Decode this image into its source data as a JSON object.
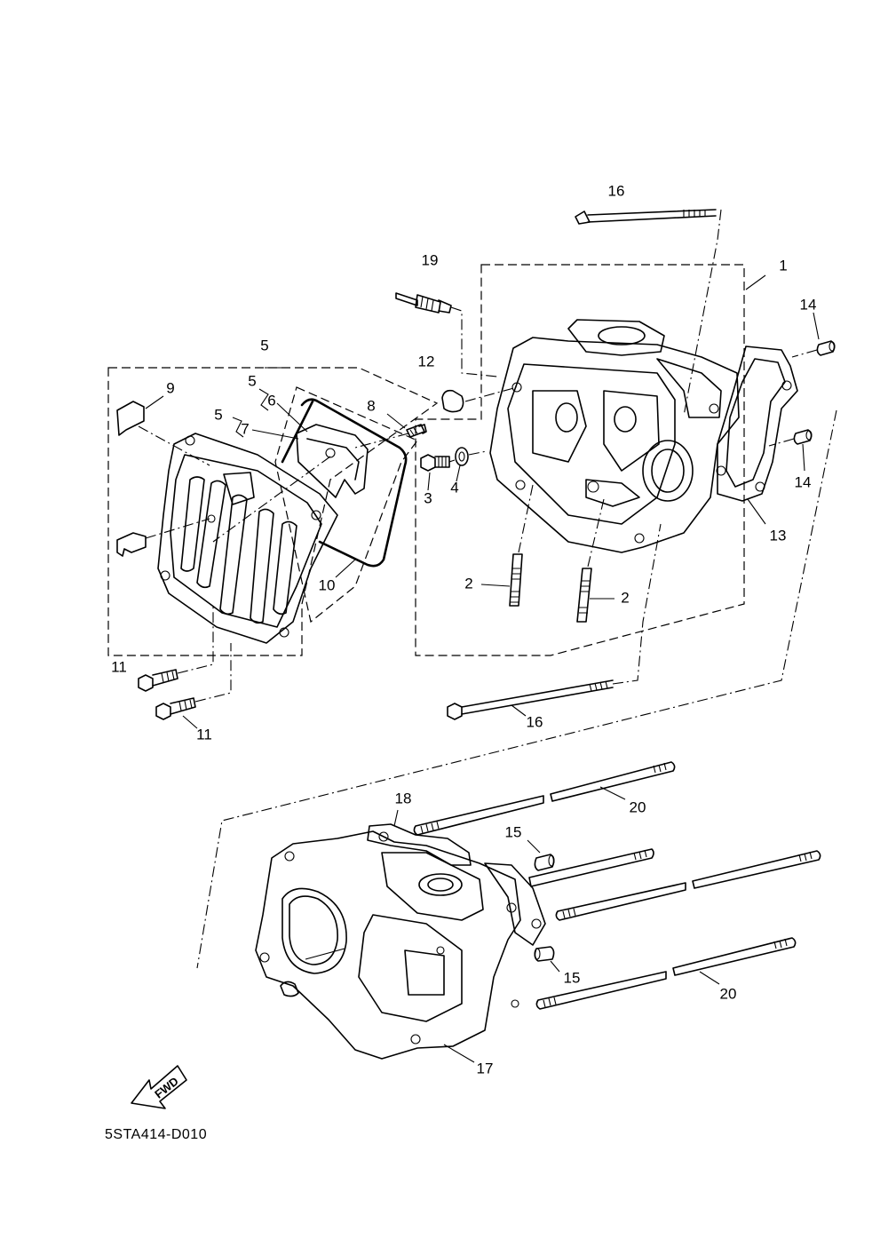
{
  "diagram": {
    "reference_code": "5STA414-D010",
    "fwd_label": "FWD",
    "callouts": {
      "c1": "1",
      "c2a": "2",
      "c2b": "2",
      "c3": "3",
      "c4": "4",
      "c5a": "5",
      "c5b": "5",
      "c5c": "5",
      "c6": "6",
      "c7": "7",
      "c8": "8",
      "c9": "9",
      "c10": "10",
      "c11a": "11",
      "c11b": "11",
      "c12": "12",
      "c13": "13",
      "c14a": "14",
      "c14b": "14",
      "c15a": "15",
      "c15b": "15",
      "c16a": "16",
      "c16b": "16",
      "c17": "17",
      "c18": "18",
      "c19": "19",
      "c20a": "20",
      "c20b": "20"
    }
  }
}
